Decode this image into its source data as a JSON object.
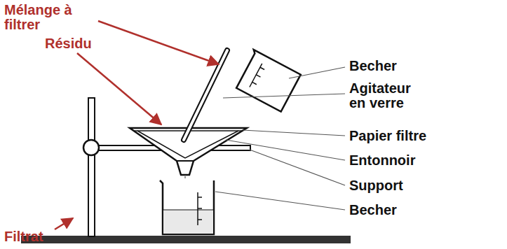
{
  "diagram": {
    "labels": [
      "Mélange à filtrer",
      "Résidu",
      "Becher",
      "Agitateur en verre",
      "Papier filtre",
      "Entonnoir",
      "Support",
      "Becher",
      "Filtrat"
    ]
  }
}
